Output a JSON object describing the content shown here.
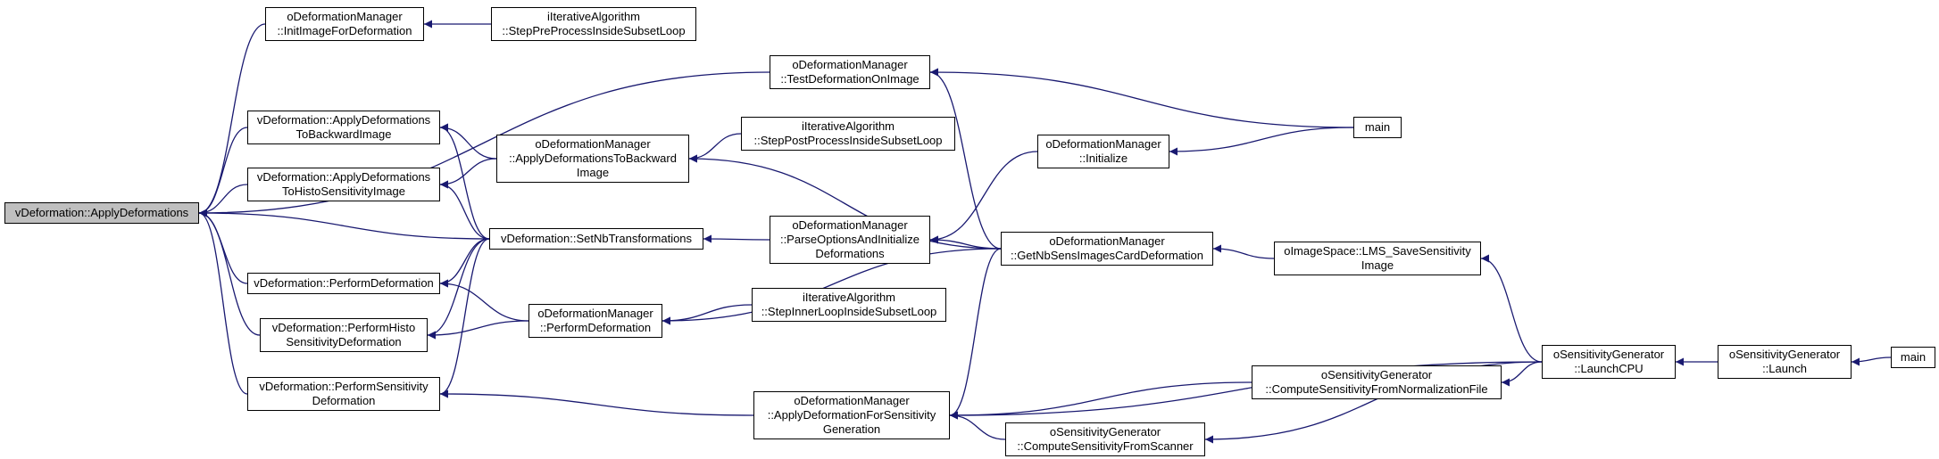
{
  "colors": {
    "edge": "#191970",
    "root_fill": "#bfbfbf",
    "node_fill": "#ffffff",
    "border": "#000000"
  },
  "nodes": {
    "root": "vDeformation::ApplyDeformations",
    "init_image": "oDeformationManager\n::InitImageForDeformation",
    "step_pre": "iIterativeAlgorithm\n::StepPreProcessInsideSubsetLoop",
    "test_def": "oDeformationManager\n::TestDeformationOnImage",
    "main1": "main",
    "apply_backward": "vDeformation::ApplyDeformations\nToBackwardImage",
    "dm_apply_backward": "oDeformationManager\n::ApplyDeformationsToBackward\nImage",
    "step_post": "iIterativeAlgorithm\n::StepPostProcessInsideSubsetLoop",
    "dm_initialize": "oDeformationManager\n::Initialize",
    "apply_histo": "vDeformation::ApplyDeformations\nToHistoSensitivityImage",
    "set_nb": "vDeformation::SetNbTransformations",
    "parse_options": "oDeformationManager\n::ParseOptionsAndInitialize\nDeformations",
    "get_nb_sens": "oDeformationManager\n::GetNbSensImagesCardDeformation",
    "lms_save": "oImageSpace::LMS_SaveSensitivity\nImage",
    "perform_def": "vDeformation::PerformDeformation",
    "dm_perform": "oDeformationManager\n::PerformDeformation",
    "step_inner": "iIterativeAlgorithm\n::StepInnerLoopInsideSubsetLoop",
    "perform_histo": "vDeformation::PerformHisto\nSensitivityDeformation",
    "perform_sens": "vDeformation::PerformSensitivity\nDeformation",
    "dm_apply_sens": "oDeformationManager\n::ApplyDeformationForSensitivity\nGeneration",
    "norm_file": "oSensitivityGenerator\n::ComputeSensitivityFromNormalizationFile",
    "scanner": "oSensitivityGenerator\n::ComputeSensitivityFromScanner",
    "launch_cpu": "oSensitivityGenerator\n::LaunchCPU",
    "launch": "oSensitivityGenerator\n::Launch",
    "main2": "main"
  },
  "edges": [
    [
      "init_image",
      "root"
    ],
    [
      "apply_backward",
      "root"
    ],
    [
      "apply_histo",
      "root"
    ],
    [
      "set_nb",
      "root"
    ],
    [
      "perform_def",
      "root"
    ],
    [
      "perform_histo",
      "root"
    ],
    [
      "perform_sens",
      "root"
    ],
    [
      "test_def",
      "root"
    ],
    [
      "step_pre",
      "init_image"
    ],
    [
      "main1",
      "test_def"
    ],
    [
      "get_nb_sens",
      "test_def"
    ],
    [
      "dm_apply_backward",
      "apply_backward"
    ],
    [
      "set_nb",
      "apply_backward"
    ],
    [
      "step_post",
      "dm_apply_backward"
    ],
    [
      "get_nb_sens",
      "dm_apply_backward"
    ],
    [
      "main1",
      "dm_initialize"
    ],
    [
      "dm_apply_backward",
      "apply_histo"
    ],
    [
      "set_nb",
      "apply_histo"
    ],
    [
      "parse_options",
      "set_nb"
    ],
    [
      "dm_initialize",
      "parse_options"
    ],
    [
      "get_nb_sens",
      "parse_options"
    ],
    [
      "lms_save",
      "get_nb_sens"
    ],
    [
      "launch_cpu",
      "lms_save"
    ],
    [
      "set_nb",
      "perform_def"
    ],
    [
      "dm_perform",
      "perform_def"
    ],
    [
      "set_nb",
      "perform_histo"
    ],
    [
      "dm_perform",
      "perform_histo"
    ],
    [
      "step_inner",
      "dm_perform"
    ],
    [
      "get_nb_sens",
      "dm_perform"
    ],
    [
      "set_nb",
      "perform_sens"
    ],
    [
      "dm_apply_sens",
      "perform_sens"
    ],
    [
      "get_nb_sens",
      "dm_apply_sens"
    ],
    [
      "norm_file",
      "dm_apply_sens"
    ],
    [
      "scanner",
      "dm_apply_sens"
    ],
    [
      "launch_cpu",
      "dm_apply_sens"
    ],
    [
      "launch_cpu",
      "norm_file"
    ],
    [
      "launch_cpu",
      "scanner"
    ],
    [
      "launch",
      "launch_cpu"
    ],
    [
      "main2",
      "launch"
    ]
  ]
}
